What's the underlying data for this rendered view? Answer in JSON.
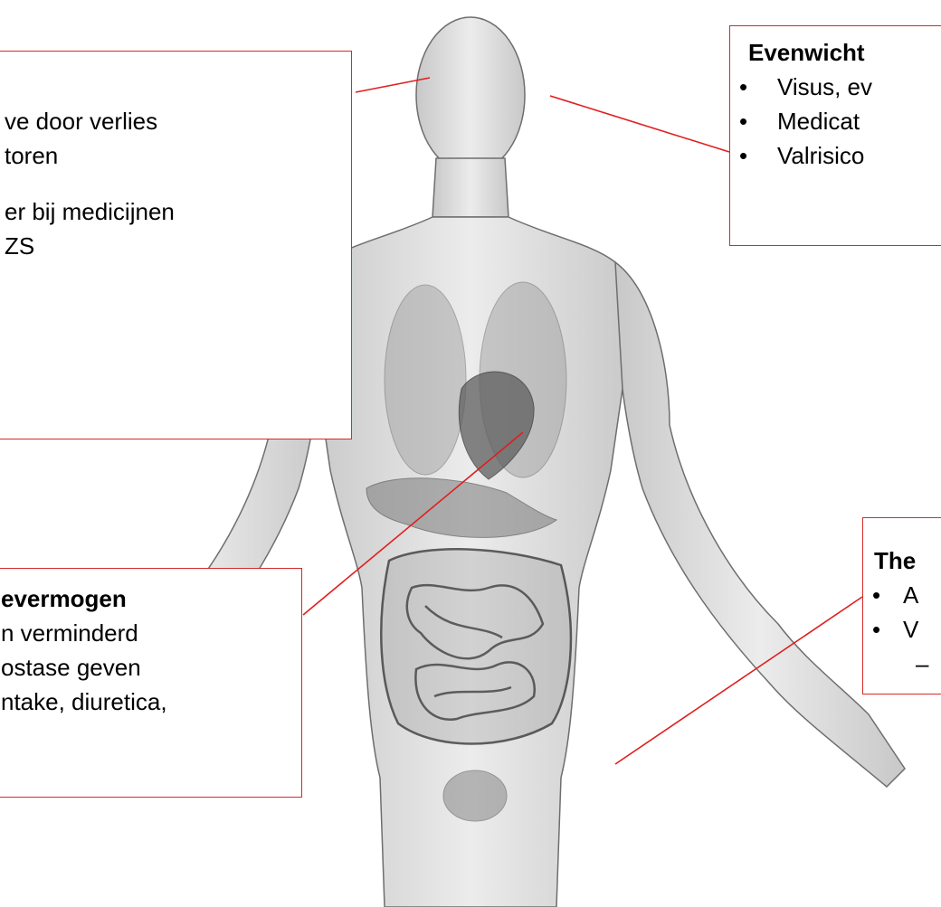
{
  "colors": {
    "callout_border": "#d42a2a",
    "leader_line": "#e01e1e",
    "body_fill": "#dcdcdc",
    "body_outline": "#6e6e6e",
    "organ_fill": "#8a8a8a"
  },
  "callouts": {
    "top_left": {
      "lines": [
        "ve door verlies",
        "toren",
        "",
        "er bij medicijnen",
        "ZS"
      ]
    },
    "top_right": {
      "title": "Evenwicht",
      "items": [
        "Visus, ev",
        "Medicat",
        "Valrisico"
      ]
    },
    "mid_left": {
      "title": "evermogen",
      "lines": [
        "n verminderd",
        "ostase geven",
        "ntake, diuretica,"
      ]
    },
    "mid_right": {
      "title": "The",
      "items": [
        "A",
        "V"
      ],
      "sub_items": [
        ""
      ]
    }
  }
}
